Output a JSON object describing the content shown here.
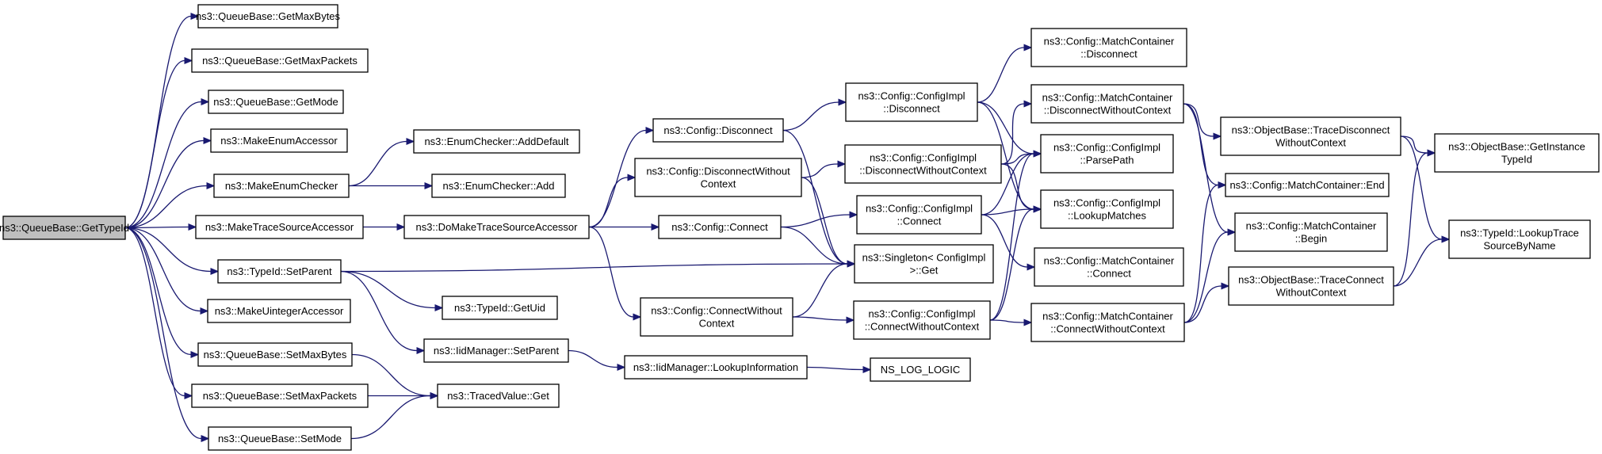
{
  "colors": {
    "edge": "#191970",
    "root_fill": "#bfbfbf",
    "node_fill": "#ffffff",
    "border": "#000000"
  },
  "nodes": [
    {
      "id": "n0",
      "lines": [
        "ns3::QueueBase::GetTypeId"
      ],
      "root": true
    },
    {
      "id": "n1",
      "lines": [
        "ns3::QueueBase::GetMaxBytes"
      ]
    },
    {
      "id": "n2",
      "lines": [
        "ns3::QueueBase::GetMaxPackets"
      ]
    },
    {
      "id": "n3",
      "lines": [
        "ns3::QueueBase::GetMode"
      ]
    },
    {
      "id": "n4",
      "lines": [
        "ns3::MakeEnumAccessor"
      ]
    },
    {
      "id": "n5",
      "lines": [
        "ns3::MakeEnumChecker"
      ]
    },
    {
      "id": "n6",
      "lines": [
        "ns3::MakeTraceSourceAccessor"
      ]
    },
    {
      "id": "n7",
      "lines": [
        "ns3::TypeId::SetParent"
      ]
    },
    {
      "id": "n8",
      "lines": [
        "ns3::MakeUintegerAccessor"
      ]
    },
    {
      "id": "n9",
      "lines": [
        "ns3::QueueBase::SetMaxBytes"
      ]
    },
    {
      "id": "n10",
      "lines": [
        "ns3::QueueBase::SetMaxPackets"
      ]
    },
    {
      "id": "n11",
      "lines": [
        "ns3::QueueBase::SetMode"
      ]
    },
    {
      "id": "n12",
      "lines": [
        "ns3::EnumChecker::AddDefault"
      ]
    },
    {
      "id": "n13",
      "lines": [
        "ns3::EnumChecker::Add"
      ]
    },
    {
      "id": "n14",
      "lines": [
        "ns3::DoMakeTraceSourceAccessor"
      ]
    },
    {
      "id": "n15",
      "lines": [
        "ns3::TypeId::GetUid"
      ]
    },
    {
      "id": "n16",
      "lines": [
        "ns3::IidManager::SetParent"
      ]
    },
    {
      "id": "n17",
      "lines": [
        "ns3::TracedValue::Get"
      ]
    },
    {
      "id": "n18",
      "lines": [
        "ns3::Config::Disconnect"
      ]
    },
    {
      "id": "n19",
      "lines": [
        "ns3::Config::DisconnectWithout",
        "Context"
      ]
    },
    {
      "id": "n20",
      "lines": [
        "ns3::Config::Connect"
      ]
    },
    {
      "id": "n21",
      "lines": [
        "ns3::Config::ConnectWithout",
        "Context"
      ]
    },
    {
      "id": "n22",
      "lines": [
        "ns3::IidManager::LookupInformation"
      ]
    },
    {
      "id": "n23",
      "lines": [
        "ns3::Config::ConfigImpl",
        "::Disconnect"
      ]
    },
    {
      "id": "n24",
      "lines": [
        "ns3::Config::ConfigImpl",
        "::DisconnectWithoutContext"
      ]
    },
    {
      "id": "n25",
      "lines": [
        "ns3::Config::ConfigImpl",
        "::Connect"
      ]
    },
    {
      "id": "n26",
      "lines": [
        "ns3::Singleton< ConfigImpl",
        " >::Get"
      ]
    },
    {
      "id": "n27",
      "lines": [
        "ns3::Config::ConfigImpl",
        "::ConnectWithoutContext"
      ]
    },
    {
      "id": "n28",
      "lines": [
        "NS_LOG_LOGIC"
      ]
    },
    {
      "id": "n29",
      "lines": [
        "ns3::Config::MatchContainer",
        "::Disconnect"
      ]
    },
    {
      "id": "n30",
      "lines": [
        "ns3::Config::MatchContainer",
        "::DisconnectWithoutContext"
      ]
    },
    {
      "id": "n31",
      "lines": [
        "ns3::Config::ConfigImpl",
        "::ParsePath"
      ]
    },
    {
      "id": "n32",
      "lines": [
        "ns3::Config::ConfigImpl",
        "::LookupMatches"
      ]
    },
    {
      "id": "n33",
      "lines": [
        "ns3::Config::MatchContainer",
        "::Connect"
      ]
    },
    {
      "id": "n34",
      "lines": [
        "ns3::Config::MatchContainer",
        "::ConnectWithoutContext"
      ]
    },
    {
      "id": "n35",
      "lines": [
        "ns3::ObjectBase::TraceDisconnect",
        "WithoutContext"
      ]
    },
    {
      "id": "n36",
      "lines": [
        "ns3::Config::MatchContainer::End"
      ]
    },
    {
      "id": "n37",
      "lines": [
        "ns3::Config::MatchContainer",
        "::Begin"
      ]
    },
    {
      "id": "n38",
      "lines": [
        "ns3::ObjectBase::TraceConnect",
        "WithoutContext"
      ]
    },
    {
      "id": "n39",
      "lines": [
        "ns3::ObjectBase::GetInstance",
        "TypeId"
      ]
    },
    {
      "id": "n40",
      "lines": [
        "ns3::TypeId::LookupTrace",
        "SourceByName"
      ]
    }
  ],
  "edges": [
    [
      "n0",
      "n1"
    ],
    [
      "n0",
      "n2"
    ],
    [
      "n0",
      "n3"
    ],
    [
      "n0",
      "n4"
    ],
    [
      "n0",
      "n5"
    ],
    [
      "n0",
      "n6"
    ],
    [
      "n0",
      "n7"
    ],
    [
      "n0",
      "n8"
    ],
    [
      "n0",
      "n9"
    ],
    [
      "n0",
      "n10"
    ],
    [
      "n0",
      "n11"
    ],
    [
      "n5",
      "n12"
    ],
    [
      "n5",
      "n13"
    ],
    [
      "n6",
      "n14"
    ],
    [
      "n7",
      "n15"
    ],
    [
      "n7",
      "n16"
    ],
    [
      "n7",
      "n26"
    ],
    [
      "n9",
      "n17"
    ],
    [
      "n10",
      "n17"
    ],
    [
      "n11",
      "n17"
    ],
    [
      "n14",
      "n18"
    ],
    [
      "n14",
      "n19"
    ],
    [
      "n14",
      "n20"
    ],
    [
      "n14",
      "n21"
    ],
    [
      "n16",
      "n22"
    ],
    [
      "n22",
      "n28"
    ],
    [
      "n18",
      "n23"
    ],
    [
      "n18",
      "n26"
    ],
    [
      "n19",
      "n24"
    ],
    [
      "n19",
      "n26"
    ],
    [
      "n20",
      "n25"
    ],
    [
      "n20",
      "n26"
    ],
    [
      "n21",
      "n27"
    ],
    [
      "n21",
      "n26"
    ],
    [
      "n23",
      "n29"
    ],
    [
      "n23",
      "n31"
    ],
    [
      "n23",
      "n32"
    ],
    [
      "n24",
      "n30"
    ],
    [
      "n24",
      "n31"
    ],
    [
      "n24",
      "n32"
    ],
    [
      "n25",
      "n31"
    ],
    [
      "n25",
      "n32"
    ],
    [
      "n25",
      "n33"
    ],
    [
      "n27",
      "n31"
    ],
    [
      "n27",
      "n32"
    ],
    [
      "n27",
      "n34"
    ],
    [
      "n30",
      "n35"
    ],
    [
      "n30",
      "n36"
    ],
    [
      "n30",
      "n37"
    ],
    [
      "n34",
      "n36"
    ],
    [
      "n34",
      "n37"
    ],
    [
      "n34",
      "n38"
    ],
    [
      "n35",
      "n39"
    ],
    [
      "n35",
      "n40"
    ],
    [
      "n38",
      "n39"
    ],
    [
      "n38",
      "n40"
    ]
  ]
}
